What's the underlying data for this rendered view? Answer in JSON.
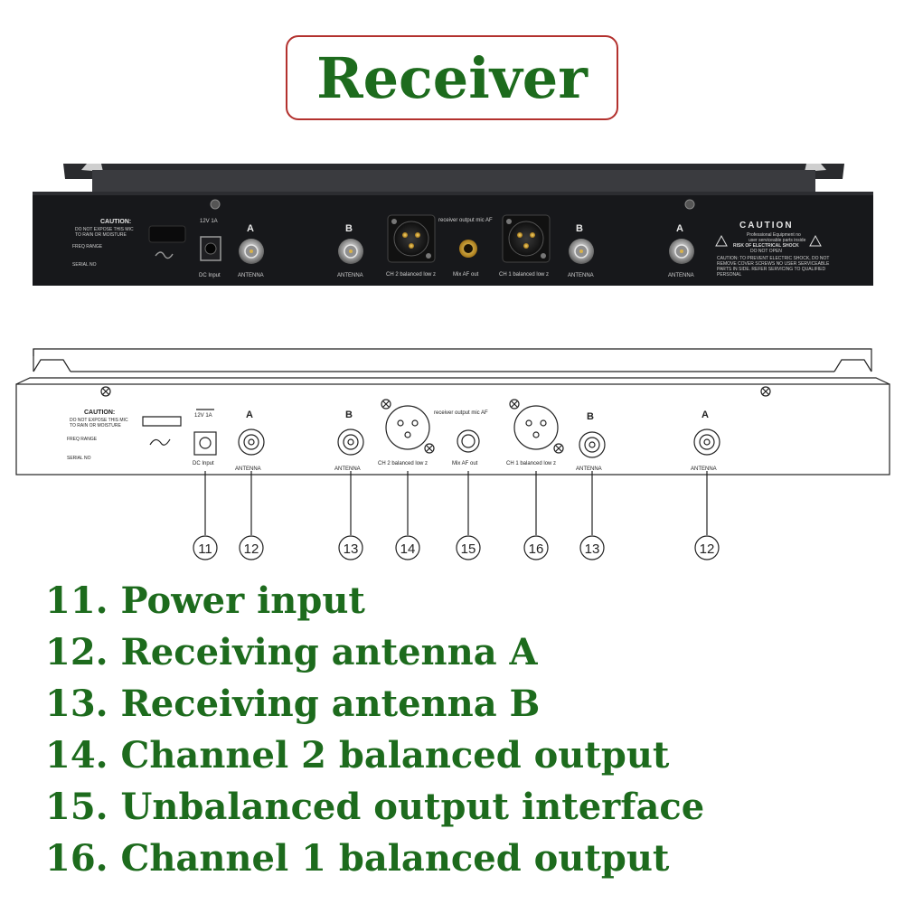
{
  "title": "Receiver",
  "panel": {
    "caution_left": "CAUTION:",
    "caution_left_line1": "DO NOT EXPOSE THIS MIC",
    "caution_left_line2": "TO RAIN OR MOISTURE",
    "freq_range": "FREQ RANGE",
    "serial_no": "SERIAL NO",
    "power_rating": "12V 1A",
    "dc_input": "DC Input",
    "antenna_label": "ANTENNA",
    "antenna_a": "A",
    "antenna_b": "B",
    "receiver_output": "receiver output mic AF",
    "ch2_label": "CH 2 balanced low z",
    "mix_af_out": "Mix AF out",
    "ch1_label": "CH 1 balanced low z",
    "caution_right_title": "CAUTION",
    "caution_right_lines": [
      "Professional  Equipment no",
      "user serviceable parts inside",
      "RISK OF ELECTRICAL SHOCK",
      "DO NOT OPEN",
      "CAUTION: TO PREVENT ELECTRIC SHOCK, DO NOT",
      "REMOVE COVER SCREWS NO USER SERVICEABLE",
      "PARTS IN SIDE. REFER SERVICING TO QUALIFIED",
      "PERSONAL"
    ]
  },
  "callouts": [
    "11",
    "12",
    "13",
    "14",
    "15",
    "16",
    "13",
    "12"
  ],
  "legend": [
    "11. Power input",
    "12. Receiving antenna A",
    "13. Receiving antenna B",
    "14. Channel 2 balanced output",
    "15. Unbalanced output interface",
    "16. Channel 1 balanced output"
  ],
  "colors": {
    "title_text": "#1d6b1d",
    "title_border": "#b3312e",
    "legend_text": "#1d6b1d",
    "panel_black": "#17181b"
  }
}
